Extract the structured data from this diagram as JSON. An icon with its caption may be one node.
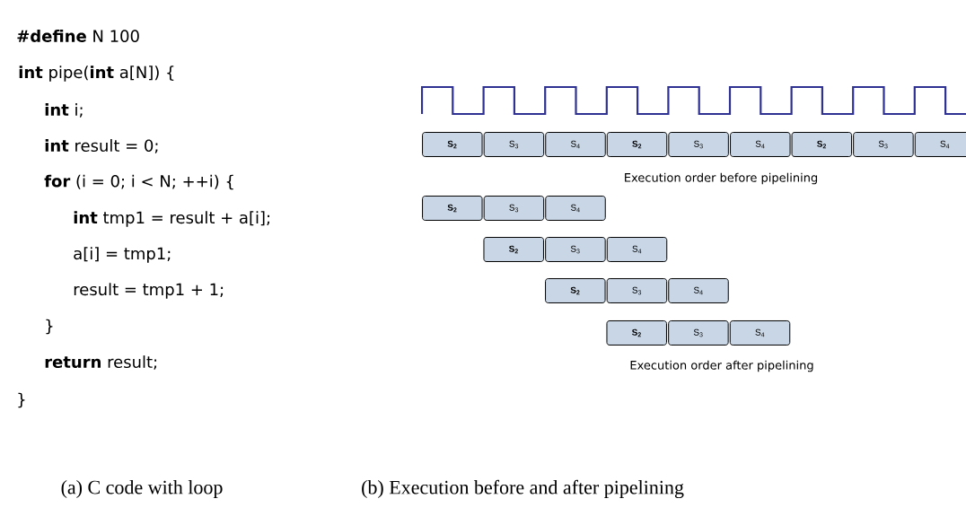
{
  "diagram": {
    "nodes": [
      {
        "text": [
          "S$_{2}$"
        ]
      },
      {
        "text": [
          "S$_{3}$"
        ]
      },
      {
        "text": [
          "S$_{4}$"
        ]
      },
      {
        "text": [
          "S$_{2}$"
        ]
      },
      {
        "text": [
          "S$_{3}$"
        ]
      },
      {
        "text": [
          "S$_{4}$"
        ]
      },
      {
        "text": [
          "S$_{2}$"
        ]
      },
      {
        "text": [
          "S$_{3}$"
        ]
      },
      {
        "text": [
          "S$_{4}$"
        ]
      },
      {
        "text": [
          "S$_{2}$"
        ]
      },
      {
        "text": [
          "S$_{3}$"
        ]
      },
      {
        "text": [
          "S$_{4}$"
        ]
      },
      {
        "text": [
          "S$_{2}$"
        ]
      },
      {
        "text": [
          "S$_{3}$"
        ]
      },
      {
        "text": [
          "S$_{4}$"
        ]
      },
      {
        "text": [
          "S$_{2}$"
        ]
      },
      {
        "text": [
          "S$_{3}$"
        ]
      },
      {
        "text": [
          "S$_{4}$"
        ]
      },
      {
        "text": [
          "S$_{2}$"
        ]
      },
      {
        "text": [
          "S$_{3}$"
        ]
      },
      {
        "text": [
          "S$_{4}$"
        ]
      }
    ],
    "labels": [
      "**#define** N 100",
      "**int** pipe(**int** a[N]) {",
      "**int** i;",
      "**int** result = 0;",
      "**for** (i = 0; i < N; ++i) {",
      "**int** tmp1 = result + a[i];",
      "a[i] = tmp1;",
      "result = tmp1 + 1;",
      "}",
      "**return** result;",
      "}",
      "Execution order before pipelining",
      "Execution order after pipelining",
      "(a) C code with loop",
      "(b) Execution before and after pipelining"
    ]
  }
}
